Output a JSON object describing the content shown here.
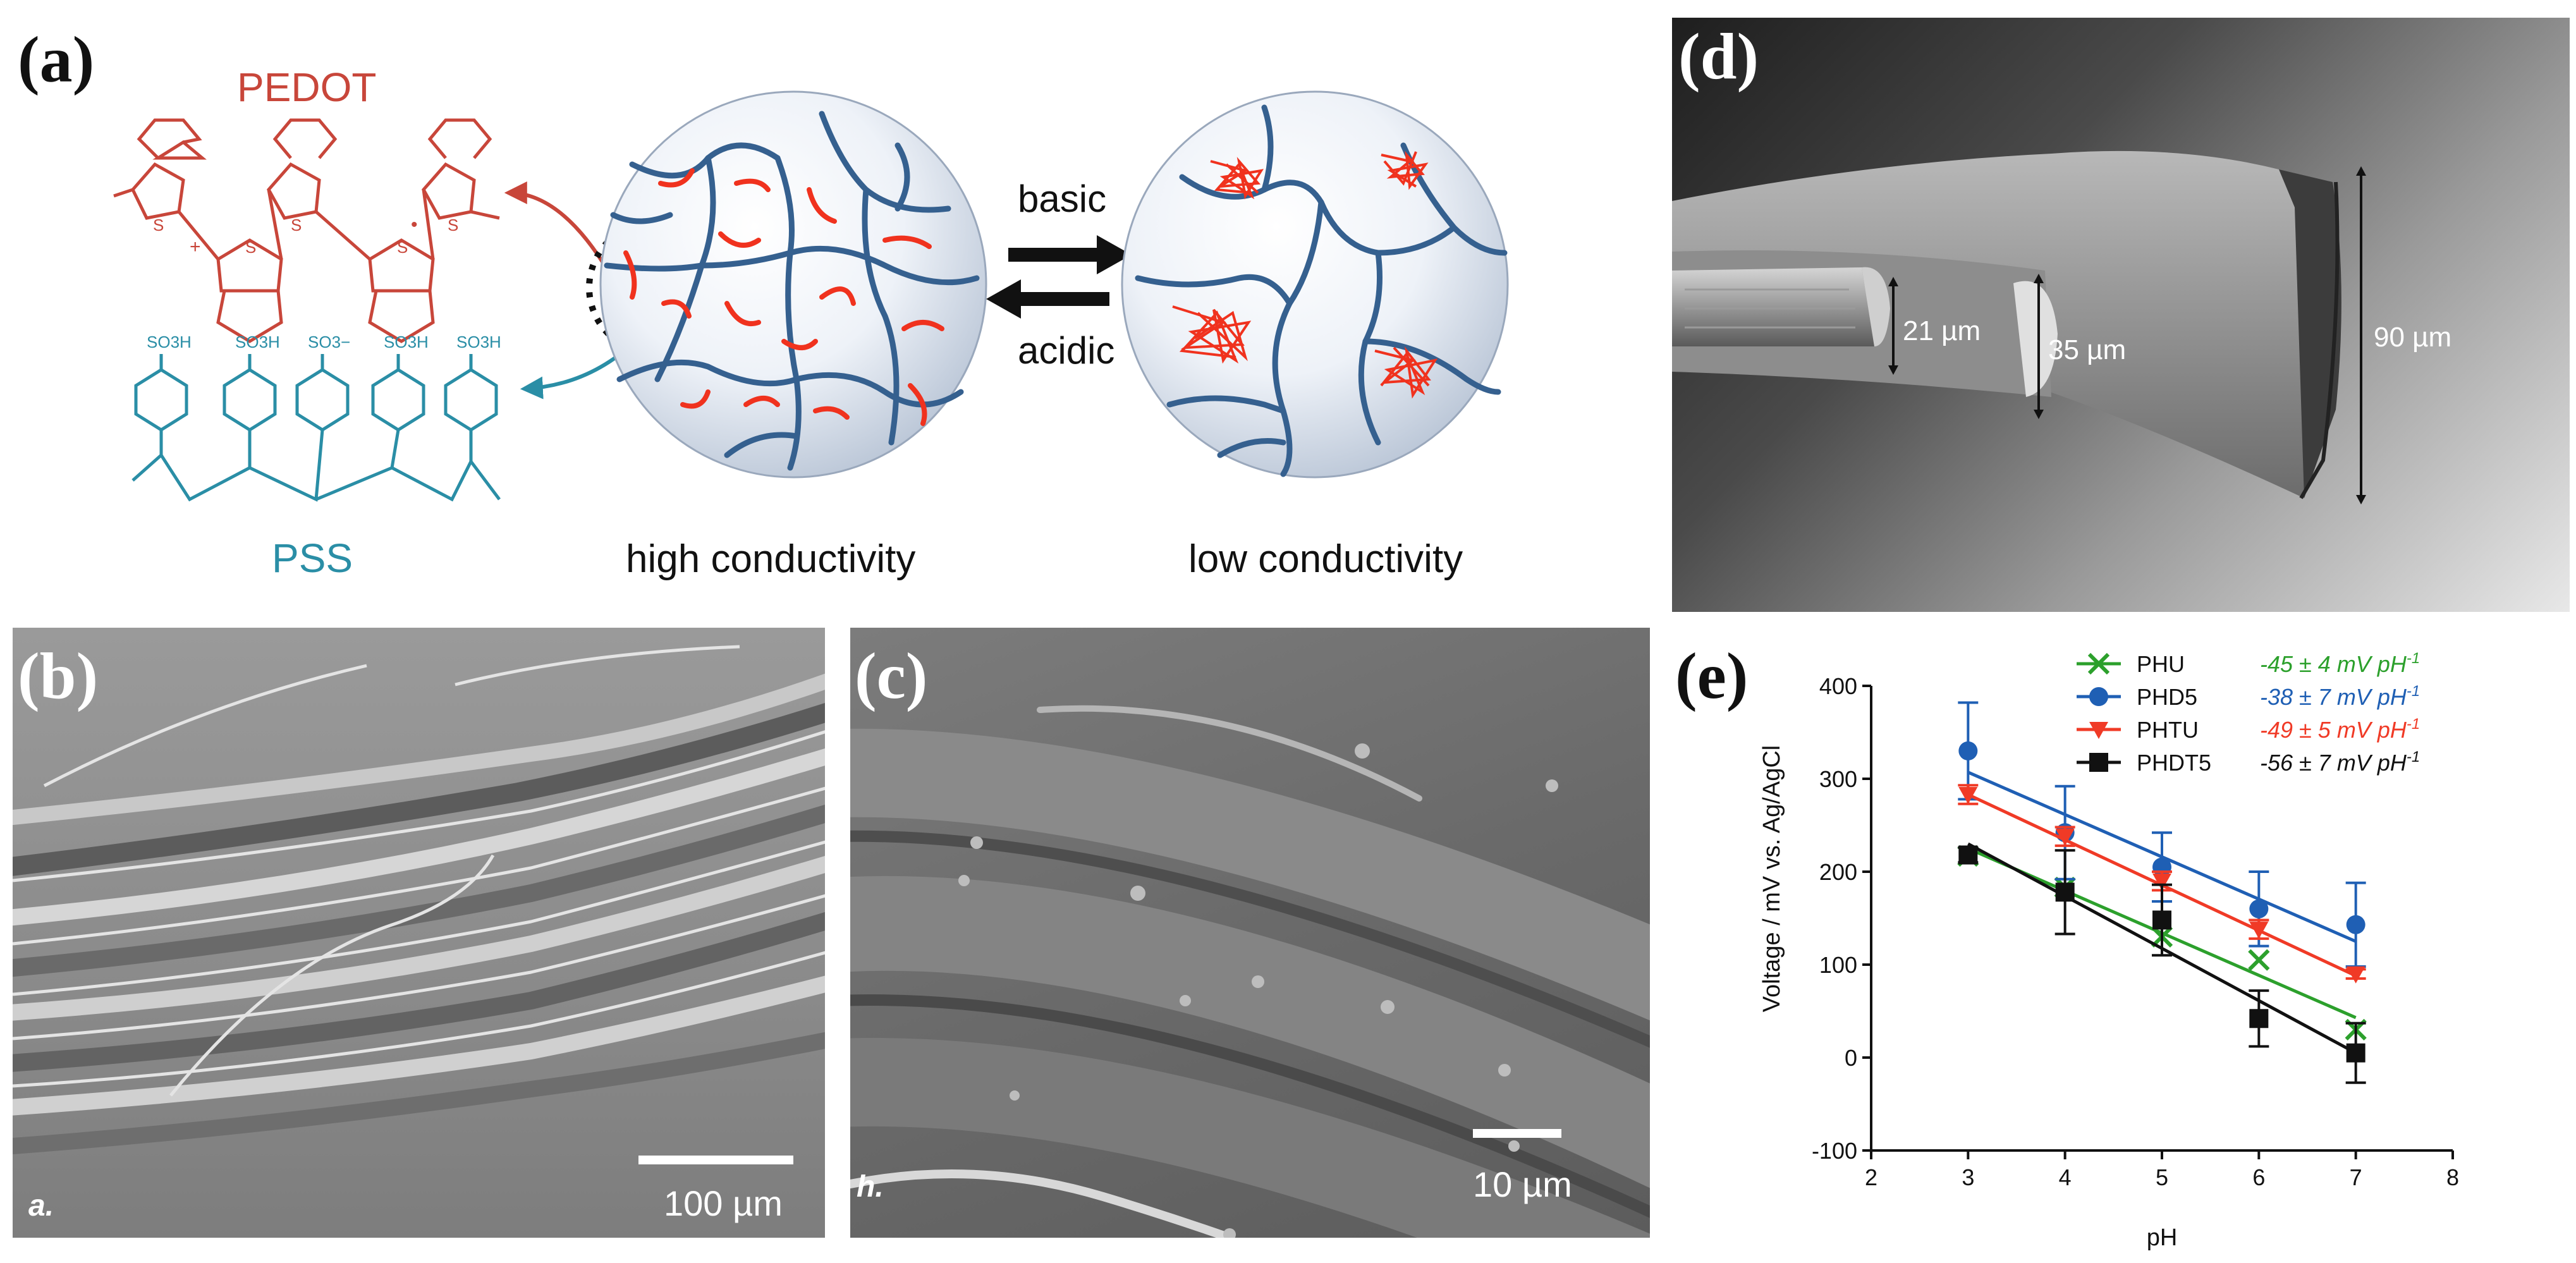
{
  "panel_a": {
    "label": "(a)",
    "pedot_label": "PEDOT",
    "pss_label": "PSS",
    "so3h": "SO3H",
    "so3minus": "SO3−",
    "s_atom": "S",
    "plus_sign": "+",
    "dot_sign": "•",
    "basic_label": "basic",
    "acidic_label": "acidic",
    "high_label": "high conductivity",
    "low_label": "low conductivity",
    "colors": {
      "pedot": "#c8463a",
      "pss": "#2a8ea6",
      "network": "#35608f",
      "chains": "#f0321e"
    }
  },
  "panel_b": {
    "label": "(b)",
    "scale_text": "100 µm",
    "corner_letter": "a."
  },
  "panel_c": {
    "label": "(c)",
    "scale_text": "10 µm",
    "corner_letter": "h."
  },
  "panel_d": {
    "label": "(d)",
    "dim_1": "21 µm",
    "dim_2": "35 µm",
    "dim_3": "90 µm"
  },
  "panel_e": {
    "label": "(e)"
  },
  "chart_data": {
    "type": "line",
    "xlabel": "pH",
    "ylabel": "Voltage / mV vs. Ag/AgCl",
    "xlim": [
      2,
      8
    ],
    "ylim": [
      -100,
      400
    ],
    "xticks": [
      "2",
      "3",
      "4",
      "5",
      "6",
      "7",
      "8"
    ],
    "yticks": [
      "-100",
      "0",
      "100",
      "200",
      "300",
      "400"
    ],
    "legend_position": "top-right",
    "x": [
      3,
      4,
      5,
      6,
      7
    ],
    "series": [
      {
        "name": "PHU",
        "slope_text": "-45 ± 4 mV pH",
        "slope_sup": "-1",
        "color": "#2ca02c",
        "marker": "x",
        "values": [
          217,
          183,
          130,
          105,
          30
        ],
        "errors": [
          0,
          0,
          0,
          0,
          0
        ],
        "fit": [
          [
            3,
            225
          ],
          [
            7,
            43
          ]
        ]
      },
      {
        "name": "PHD5",
        "slope_text": "-38 ± 7 mV pH",
        "slope_sup": "-1",
        "color": "#1f5fb4",
        "marker": "circle",
        "values": [
          330,
          242,
          205,
          160,
          143
        ],
        "errors": [
          52,
          50,
          37,
          40,
          45
        ],
        "fit": [
          [
            3,
            307
          ],
          [
            7,
            125
          ]
        ]
      },
      {
        "name": "PHTU",
        "slope_text": "-49 ± 5 mV pH",
        "slope_sup": "-1",
        "color": "#f03a26",
        "marker": "triangle-down",
        "values": [
          283,
          238,
          190,
          138,
          90
        ],
        "errors": [
          10,
          10,
          10,
          10,
          5
        ],
        "fit": [
          [
            3,
            283
          ],
          [
            7,
            88
          ]
        ]
      },
      {
        "name": "PHDT5",
        "slope_text": "-56 ± 7 mV pH",
        "slope_sup": "-1",
        "color": "#111111",
        "marker": "square",
        "values": [
          218,
          178,
          148,
          42,
          5
        ],
        "errors": [
          8,
          45,
          38,
          30,
          32
        ],
        "fit": [
          [
            3,
            230
          ],
          [
            7,
            5
          ]
        ]
      }
    ]
  }
}
